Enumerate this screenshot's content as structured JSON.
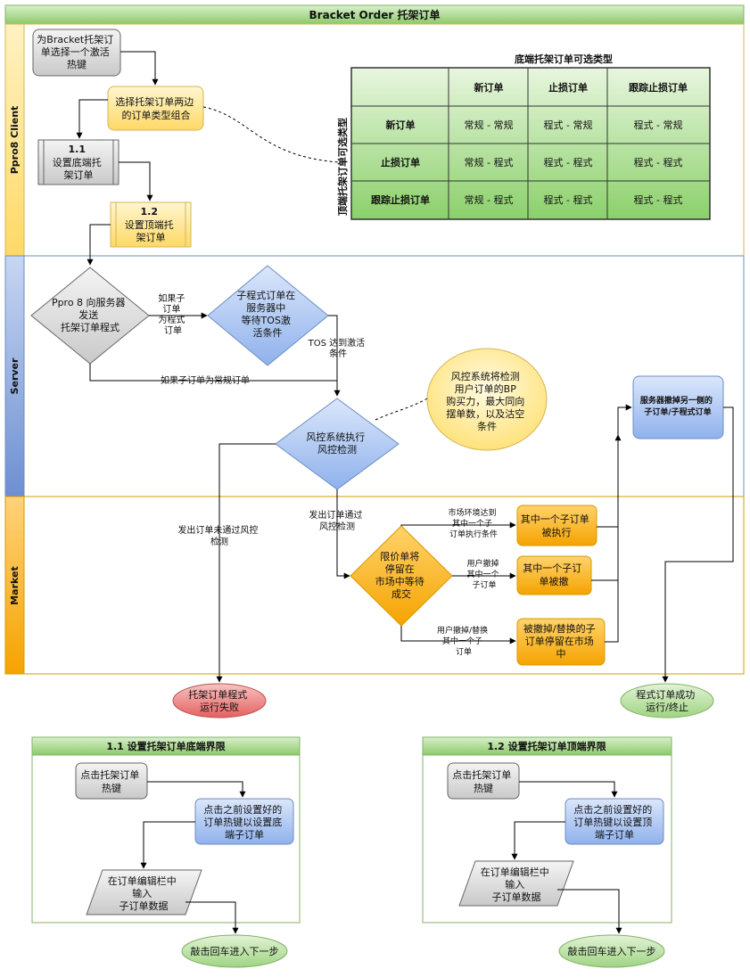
{
  "title": "Bracket Order 托架订单",
  "lanes": {
    "client": "Ppro8 Client",
    "server": "Server",
    "market": "Market"
  },
  "client": {
    "hotkey": [
      "为Bracket托架订",
      "单选择一个激活",
      "热键"
    ],
    "choose_combo": [
      "选择托架订单两边",
      "的订单类型组合"
    ],
    "step_1_1": {
      "num": "1.1",
      "lines": [
        "设置底端托",
        "架订单"
      ]
    },
    "step_1_2": {
      "num": "1.2",
      "lines": [
        "设置顶端托",
        "架订单"
      ]
    }
  },
  "matrix": {
    "title": "底端托架订单可选类型",
    "side_label": "顶端托架订单可选类型",
    "col_headers": [
      "新订单",
      "止损订单",
      "跟踪止损订单"
    ],
    "row_headers": [
      "新订单",
      "止损订单",
      "跟踪止损订单"
    ],
    "cells": [
      [
        "常规 - 常规",
        "程式 - 常规",
        "程式 - 常规"
      ],
      [
        "常规 - 程式",
        "程式 - 程式",
        "程式 - 程式"
      ],
      [
        "常规 - 程式",
        "程式 - 程式",
        "程式 - 程式"
      ]
    ]
  },
  "server": {
    "send_order": [
      "Ppro 8 向服务器",
      "发送",
      "托架订单程式"
    ],
    "if_program": [
      "如果子",
      "订单",
      "为程式",
      "订单"
    ],
    "wait_tos": [
      "子程式订单在",
      "服务器中",
      "等待TOS激",
      "活条件"
    ],
    "tos_reached": [
      "TOS 达到激活",
      "条件"
    ],
    "if_regular": "如果子订单为常规订单",
    "risk_check": [
      "风控系统执行",
      "风控检测"
    ],
    "risk_note": [
      "风控系统将检测",
      "用户订单的BP",
      "购买力，最大同向",
      "摆单数，以及沽空",
      "条件"
    ],
    "cancel_other": [
      "服务器撤掉另一侧的",
      "子订单/子程式订单"
    ]
  },
  "market": {
    "fail_check": [
      "发出订单未通过风控",
      "检测"
    ],
    "pass_check": [
      "发出订单通过",
      "风控检测"
    ],
    "limit_wait": [
      "限价单将",
      "停留在",
      "市场中等待",
      "成交"
    ],
    "market_cond": [
      "市场环境达到",
      "其中一个子",
      "订单执行条件"
    ],
    "user_cancel": [
      "用户撤掉",
      "其中一个",
      "子订单"
    ],
    "user_replace": [
      "用户撤掉/替换",
      "其中一个子",
      "订单"
    ],
    "one_executed": [
      "其中一个子订单",
      "被执行"
    ],
    "one_cancelled": [
      "其中一个子订",
      "单被撤"
    ],
    "replaced_stays": [
      "被撤掉/替换的子",
      "订单停留在市场",
      "中"
    ]
  },
  "outcomes": {
    "fail": [
      "托架订单程式",
      "运行失败"
    ],
    "success": [
      "程式订单成功",
      "运行/终止"
    ]
  },
  "sub_left": {
    "title": "1.1 设置托架订单底端界限",
    "press_hotkey": [
      "点击托架订单",
      "热键"
    ],
    "click_saved": [
      "点击之前设置好的",
      "订单热键以设置底",
      "端子订单"
    ],
    "input_data": [
      "在订单编辑栏中",
      "输入",
      "子订单数据"
    ],
    "next": "敲击回车进入下一步"
  },
  "sub_right": {
    "title": "1.2  设置托架订单顶端界限",
    "press_hotkey": [
      "点击托架订单",
      "热键"
    ],
    "click_saved": [
      "点击之前设置好的",
      "订单热键以设置顶",
      "端子订单"
    ],
    "input_data": [
      "在订单编辑栏中",
      "输入",
      "子订单数据"
    ],
    "next": "敲击回车进入下一步"
  },
  "colors": {
    "title_green": "#8cc96a",
    "client_lane": "#ffd966",
    "server_lane": "#6d8fd1",
    "market_lane": "#f5a300",
    "matrix_green": "#8bd06b",
    "gray_node": "#d6d6d6",
    "yellow_node": "#ffe699",
    "blue_node": "#a4c2f4",
    "orange_node": "#f5b400",
    "red_terminal": "#ea6b6b",
    "green_terminal": "#a9d88f"
  }
}
